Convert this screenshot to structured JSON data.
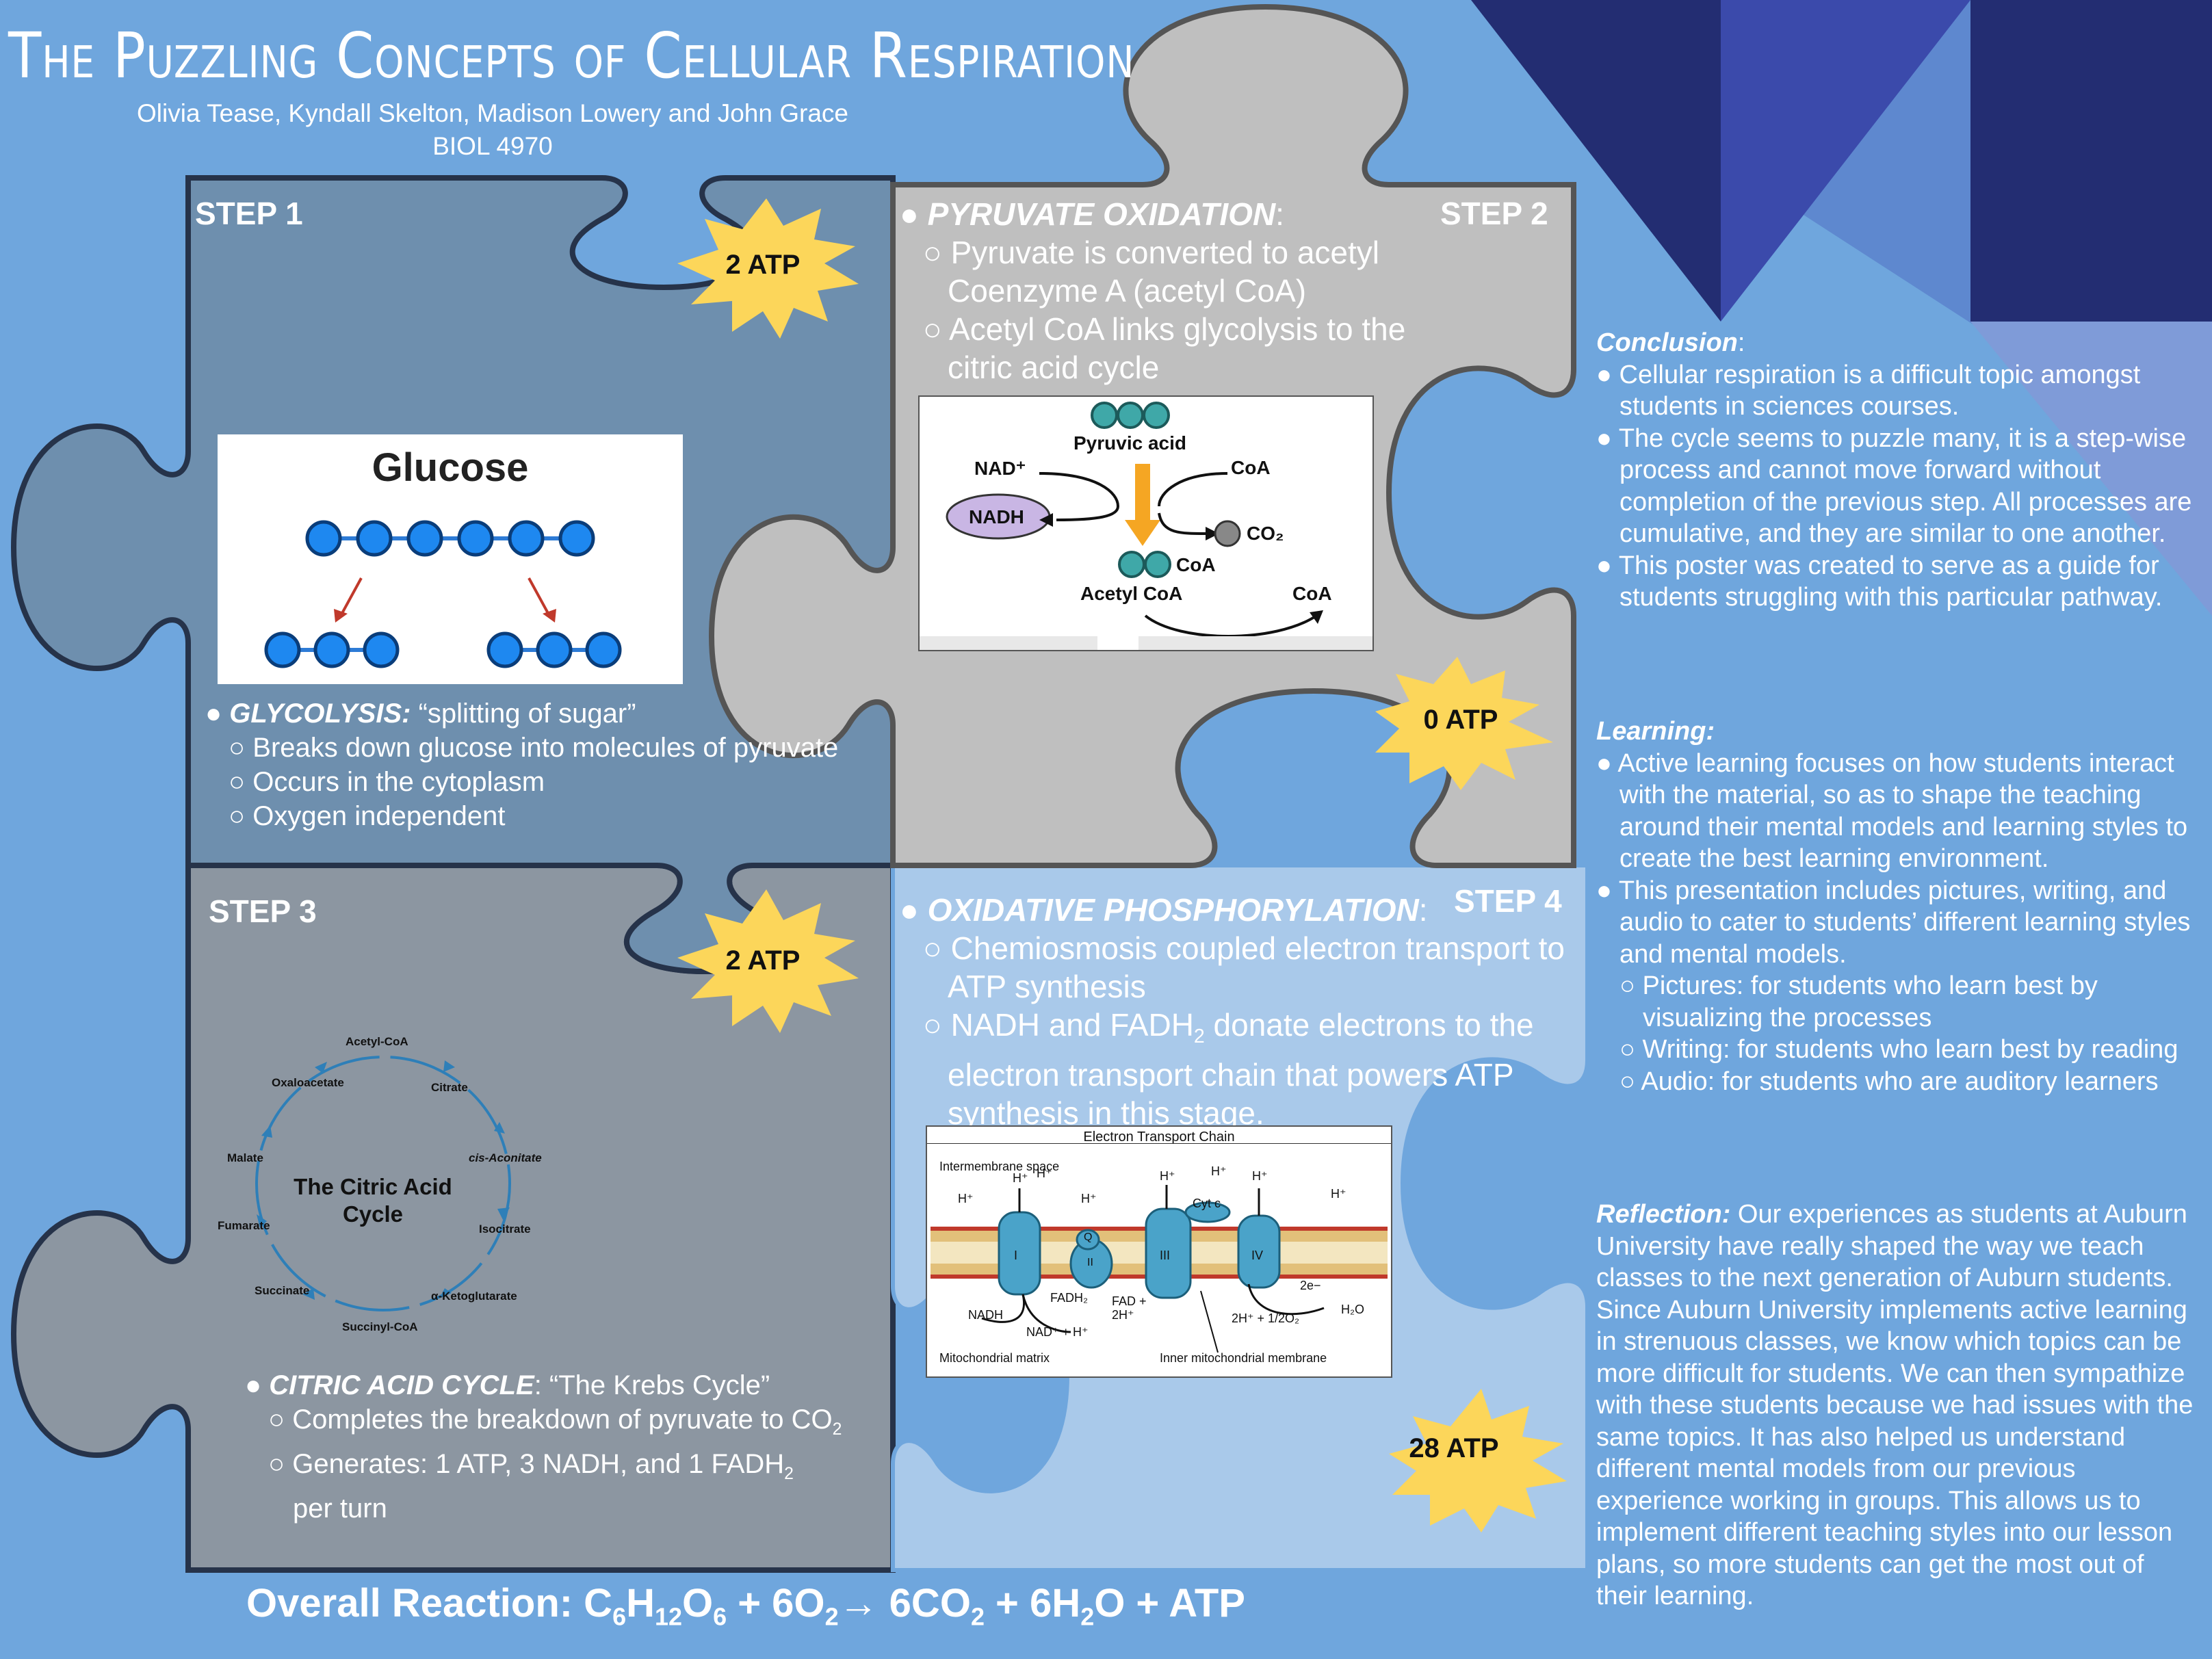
{
  "header": {
    "title": "The Puzzling Concepts of Cellular Respiration",
    "authors": "Olivia Tease, Kyndall Skelton, Madison Lowery and John Grace",
    "course": "BIOL 4970"
  },
  "colors": {
    "background": "#6fa6dd",
    "piece1": "#6e8fae",
    "piece2": "#bfbfbf",
    "piece3": "#8c96a1",
    "piece4": "#a9c9ea",
    "burst": "#fcd65a",
    "accent_dark": "#232d72",
    "accent_mid": "#3b4aab"
  },
  "step1": {
    "label": "STEP 1",
    "atp": "2 ATP",
    "image_title": "Glucose",
    "heading": "GLYCOLYSIS:",
    "heading_rest": " “splitting of sugar”",
    "points": [
      "Breaks down glucose into molecules of pyruvate",
      "Occurs in the cytoplasm",
      "Oxygen independent"
    ]
  },
  "step2": {
    "label": "STEP 2",
    "atp": "0 ATP",
    "heading": "PYRUVATE OXIDATION",
    "heading_rest": ":",
    "points": [
      "Pyruvate is converted to acetyl Coenzyme A (acetyl CoA)",
      "Acetyl CoA links glycolysis to the citric acid cycle"
    ],
    "diagram": {
      "pyruvic": "Pyruvic acid",
      "nad": "NAD⁺",
      "nadh": "NADH",
      "coa_in": "CoA",
      "co2": "CO₂",
      "coa_small": "CoA",
      "acetyl": "Acetyl CoA",
      "coa_out": "CoA"
    }
  },
  "step3": {
    "label": "STEP 3",
    "atp": "2 ATP",
    "heading": "CITRIC ACID CYCLE",
    "heading_rest": ": “The Krebs Cycle”",
    "point1": "Completes the breakdown of pyruvate to CO",
    "point1_sub": "2",
    "point2": "Generates: 1 ATP, 3 NADH, and 1 FADH",
    "point2_sub": "2",
    "point2_tail": "per turn",
    "cycle": {
      "center": "The Citric Acid Cycle",
      "nodes": [
        "Acetyl-CoA",
        "Citrate",
        "cis-Aconitate",
        "Isocitrate",
        "α-Ketoglutarate",
        "Succinyl-CoA",
        "Succinate",
        "Fumarate",
        "Malate",
        "Oxaloacetate"
      ]
    }
  },
  "step4": {
    "label": "STEP 4",
    "atp": "28 ATP",
    "heading": "OXIDATIVE PHOSPHORYLATION",
    "heading_rest": ":",
    "point1": "Chemiosmosis coupled electron transport to ATP synthesis",
    "point2a": "NADH and FADH",
    "point2_sub": "2",
    "point2b": " donate electrons to the electron transport chain that powers ATP synthesis in this stage.",
    "etc": {
      "title": "Electron Transport Chain",
      "intermembrane": "Intermembrane space",
      "matrix": "Mitochondrial matrix",
      "membrane": "Inner mitochondrial membrane",
      "hplus": "H⁺",
      "cytc": "Cyt c",
      "complexes": [
        "I",
        "II",
        "III",
        "IV"
      ],
      "q": "Q",
      "nadh": "NADH",
      "nad": "NAD⁺ + H⁺",
      "fadh2": "FADH₂",
      "fad": "FAD + 2H⁺",
      "water_left": "2H⁺ + 1/2O₂",
      "water_right": "H₂O",
      "electrons": "2e−"
    }
  },
  "conclusion": {
    "heading": "Conclusion",
    "points": [
      "Cellular respiration is a difficult topic amongst students in sciences courses.",
      "The cycle seems to puzzle many, it is a step-wise process and cannot move forward without completion of the previous step. All processes are cumulative, and they are similar to one another.",
      "This poster was created to serve as a guide for students struggling with this particular pathway."
    ]
  },
  "learning": {
    "heading": "Learning:",
    "points": [
      "Active learning focuses on how students interact with the material, so as to shape the teaching around their mental models and learning styles  to create the best learning environment.",
      "This presentation includes pictures, writing, and audio to cater to students’ different learning styles and mental models."
    ],
    "subpoints": [
      "Pictures: for students who learn best by visualizing the processes",
      "Writing: for students who learn best by reading",
      " Audio: for students who are auditory learners"
    ]
  },
  "reflection": {
    "heading": "Reflection:",
    "text": " Our experiences as students at Auburn University have really shaped the way we teach classes to the next generation of Auburn students. Since Auburn University implements active learning in strenuous classes, we know which topics can be more difficult for students. We can then sympathize with these students because we had issues with the same topics. It has also helped us understand different mental models from our previous experience working in groups. This allows us to implement different teaching styles into our lesson plans, so more students can get the most out of their learning."
  },
  "overall": {
    "label": "Overall Reaction: ",
    "c6": "C",
    "s6": "6",
    "h12": "H",
    "s12": "12",
    "o6": "O",
    "s6b": "6",
    "plus1": " + 6O",
    "s2": "2",
    "arrow": "→ 6CO",
    "s2b": "2",
    "plus2": " + 6H",
    "s2c": "2",
    "tail": "O + ATP"
  }
}
